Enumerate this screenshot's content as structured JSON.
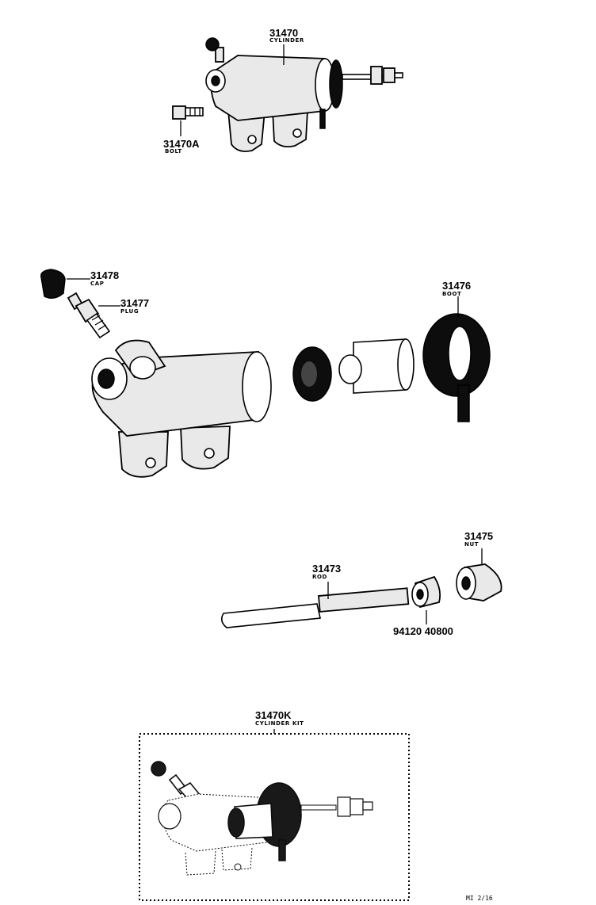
{
  "parts": [
    {
      "number": "31470",
      "name": "CYLINDER"
    },
    {
      "number": "31470A",
      "name": "BOLT"
    },
    {
      "number": "31478",
      "name": "CAP"
    },
    {
      "number": "31477",
      "name": "PLUG"
    },
    {
      "number": "31476",
      "name": "BOOT"
    },
    {
      "number": "31473",
      "name": "ROD"
    },
    {
      "number": "31475",
      "name": "NUT"
    },
    {
      "number": "94120 40800"
    },
    {
      "number": "31470K",
      "name": "CYLINDER KIT"
    }
  ],
  "page_ref": "MI 2/16"
}
